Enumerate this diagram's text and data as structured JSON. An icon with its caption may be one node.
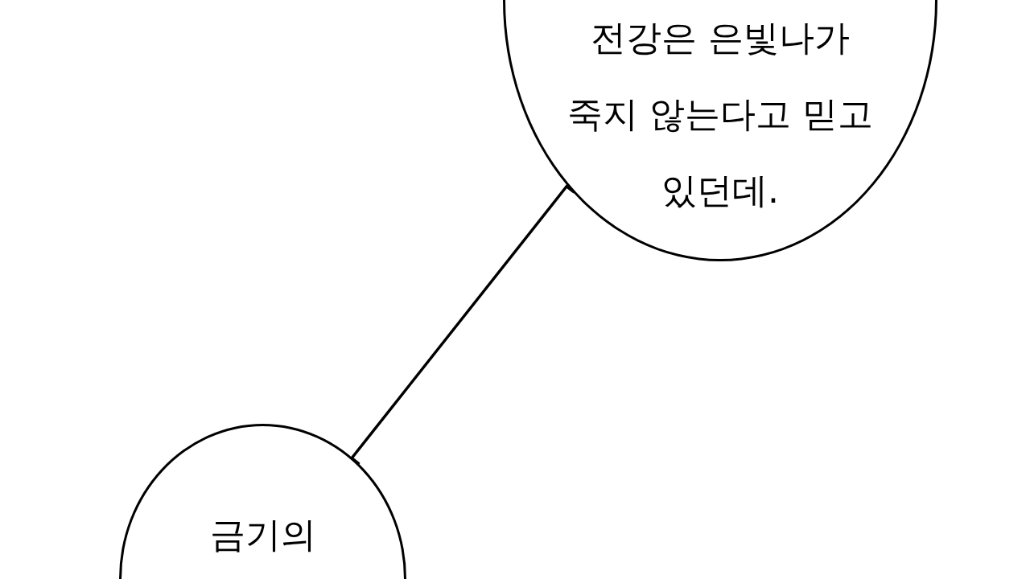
{
  "diagram": {
    "nodes": [
      {
        "text": [
          "전강은 은빛나가 죽지 않는다고 믿고 있던데."
        ]
      },
      {
        "text": [
          "금기의"
        ]
      }
    ],
    "edges": [
      {
        "from": 0,
        "to": 1,
        "arrow": "none"
      }
    ]
  }
}
